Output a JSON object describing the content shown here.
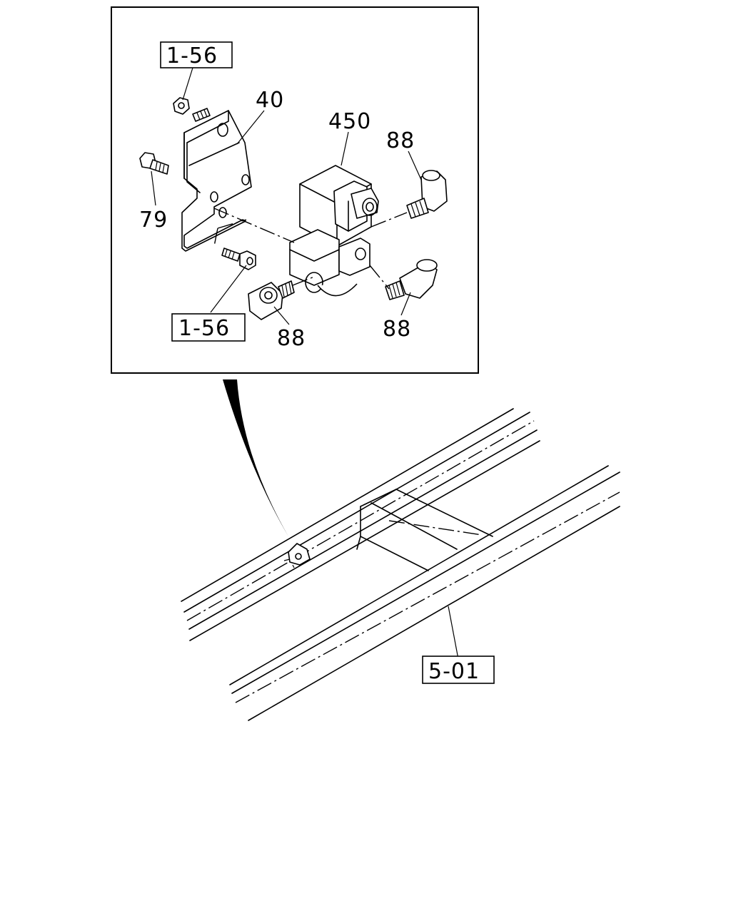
{
  "callouts": {
    "ref_top": "1-56",
    "part_40": "40",
    "part_450": "450",
    "part_88_top": "88",
    "part_79": "79",
    "ref_bottom": "1-56",
    "part_88_bottom_left": "88",
    "part_88_bottom_right": "88",
    "ref_frame": "5-01"
  }
}
